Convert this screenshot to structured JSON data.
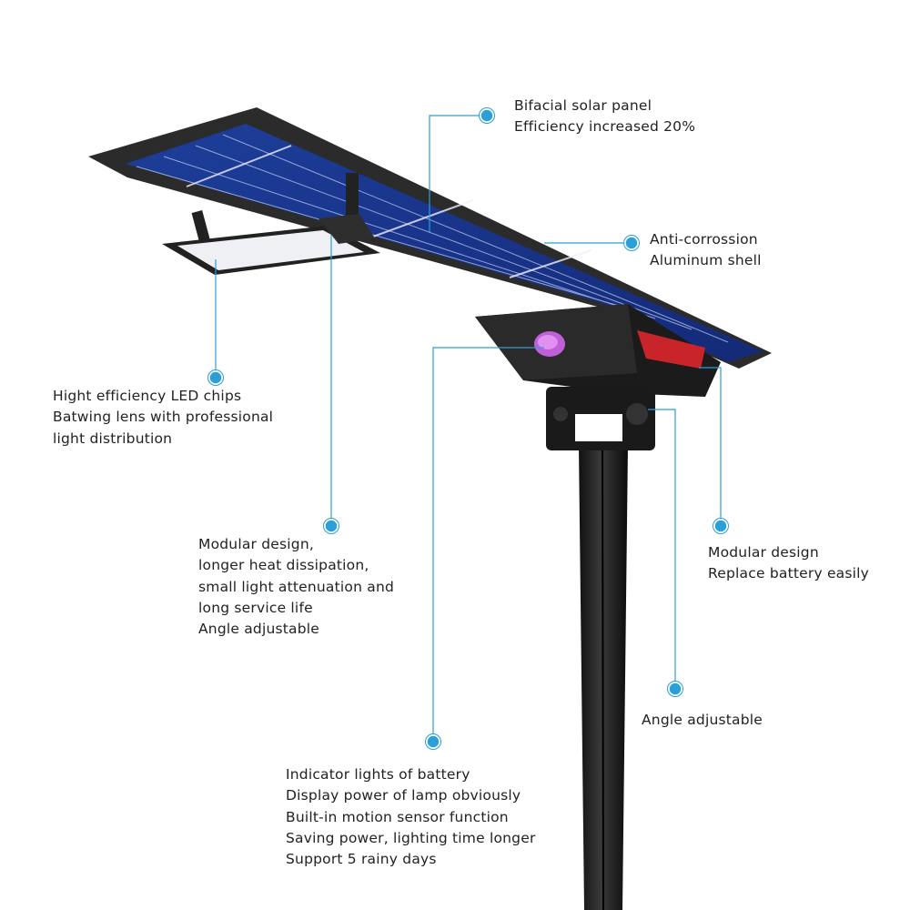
{
  "accent_color": "#2a9fd8",
  "callouts": {
    "solar_panel": [
      "Bifacial solar panel",
      "Efficiency increased 20%"
    ],
    "shell": [
      "Anti-corrossion",
      "Aluminum shell"
    ],
    "led": [
      "Hight efficiency LED chips",
      "Batwing lens with professional",
      "light distribution"
    ],
    "module": [
      "Modular design,",
      "longer heat dissipation,",
      "small light attenuation and",
      "long service life",
      "Angle adjustable"
    ],
    "battery": [
      "Modular design",
      "Replace battery easily"
    ],
    "angle": [
      "Angle adjustable"
    ],
    "indicator": [
      "Indicator lights of battery",
      "Display power of lamp obviously",
      "Built-in motion sensor function",
      "Saving power, lighting time longer",
      "Support 5 rainy days"
    ]
  }
}
